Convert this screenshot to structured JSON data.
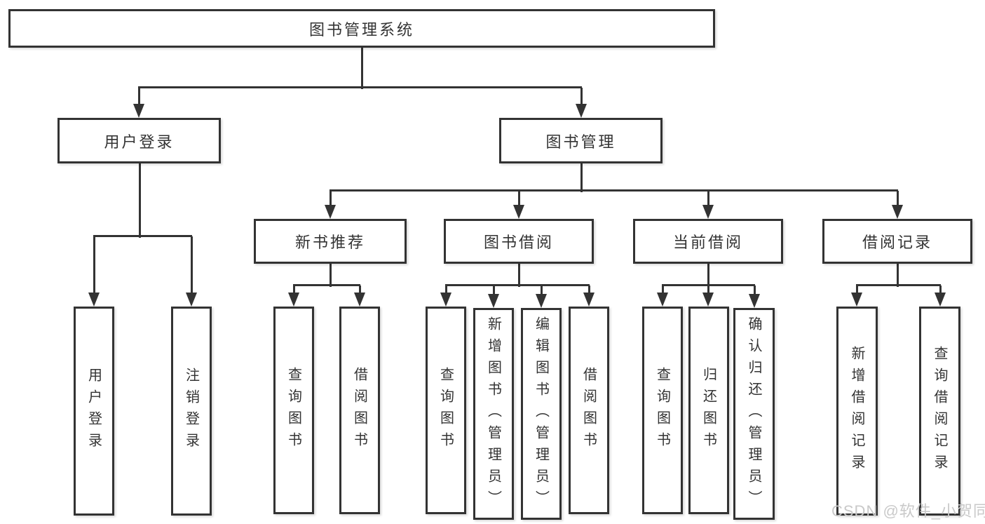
{
  "diagram": {
    "root": {
      "label": "图书管理系统"
    },
    "branches": {
      "user_login": {
        "label": "用户登录",
        "children": [
          {
            "label": "用户登录"
          },
          {
            "label": "注销登录"
          }
        ]
      },
      "book_management": {
        "label": "图书管理",
        "children": [
          {
            "label": "新书推荐",
            "children": [
              {
                "label": "查询图书"
              },
              {
                "label": "借阅图书"
              }
            ]
          },
          {
            "label": "图书借阅",
            "children": [
              {
                "label": "查询图书"
              },
              {
                "label": "新增图书（管理员）"
              },
              {
                "label": "编辑图书（管理员）"
              },
              {
                "label": "借阅图书"
              }
            ]
          },
          {
            "label": "当前借阅",
            "children": [
              {
                "label": "查询图书"
              },
              {
                "label": "归还图书"
              },
              {
                "label": "确认归还（管理员）"
              }
            ]
          },
          {
            "label": "借阅记录",
            "children": [
              {
                "label": "新增借阅记录"
              },
              {
                "label": "查询借阅记录"
              }
            ]
          }
        ]
      }
    },
    "watermark": "CSDN @软件_小贺同学",
    "colors": {
      "line": "#333333",
      "text": "#333333",
      "watermark_text": "#c9c9c9",
      "background": "#ffffff"
    }
  }
}
